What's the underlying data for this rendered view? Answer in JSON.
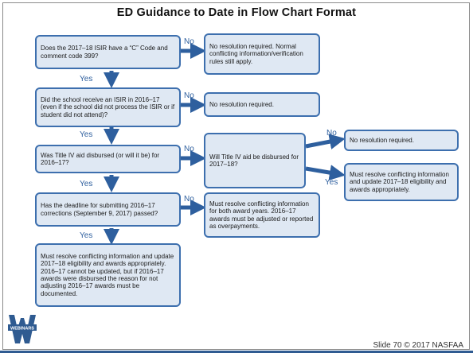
{
  "title": "ED Guidance to Date in Flow Chart Format",
  "boxes": {
    "q1": "Does the 2017–18 ISIR have a “C” Code and comment code 399?",
    "r1": "No resolution required. Normal conflicting information/verification rules still apply.",
    "q2": "Did the school receive an ISIR in 2016–17 (even if the school did not process the ISIR or if student did not attend)?",
    "r2": "No resolution required.",
    "q3": "Was Title IV aid disbursed (or will it be) for 2016–17?",
    "q3b": "Will Title IV aid be disbursed for 2017–18?",
    "r3a": "No resolution required.",
    "r3b": "Must resolve conflicting information and update 2017–18 eligibility and awards appropriately.",
    "q4": "Has the deadline for submitting 2016–17 corrections (September 9, 2017) passed?",
    "r4": "Must resolve conflicting information for both award years. 2016–17 awards must be adjusted or reported as overpayments.",
    "r5": "Must resolve conflicting information and update 2017–18 eligibility and awards appropriately. 2016–17 cannot be updated, but if 2016–17 awards were disbursed the reason for not adjusting 2016–17 awards must be documented."
  },
  "labels": {
    "yes": "Yes",
    "no": "No"
  },
  "logo_text": "WEBINARS",
  "footer": "Slide 70  © 2017 NASFAA",
  "colors": {
    "box_fill": "#dfe8f3",
    "box_border": "#3d6fae",
    "arrow": "#2e5f9e",
    "label": "#2e5f9e"
  }
}
